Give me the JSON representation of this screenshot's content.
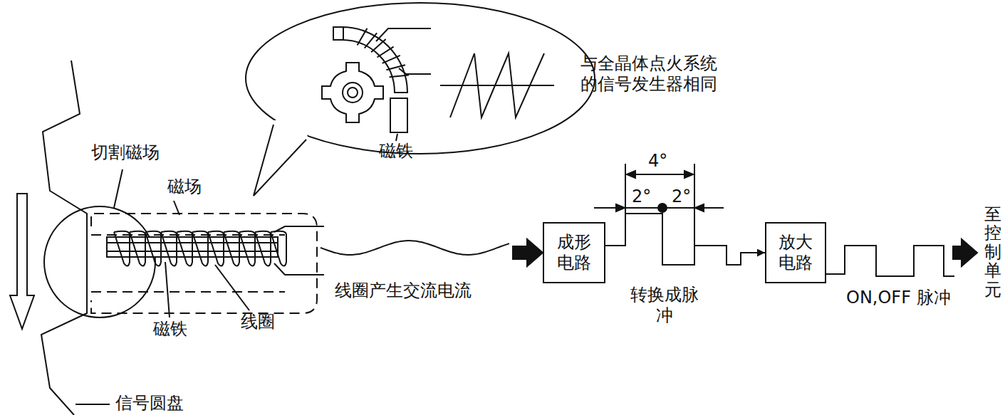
{
  "diagram": {
    "nodes": [
      {
        "text": [
          "成形电路"
        ]
      },
      {
        "text": [
          "放大电路"
        ]
      }
    ],
    "edges": [
      {
        "from": 0,
        "to": 1,
        "arrow": "to"
      }
    ],
    "labels": [
      "与全晶体点火系统的信号发生器相同",
      "磁铁",
      "切割磁场",
      "磁场",
      "磁铁",
      "线圈",
      "线圈产生交流电流",
      "4°",
      "2°",
      "2°",
      "转换成脉冲",
      "ON,OFF 脉冲",
      "至控制单元",
      "信号圆盘"
    ]
  }
}
